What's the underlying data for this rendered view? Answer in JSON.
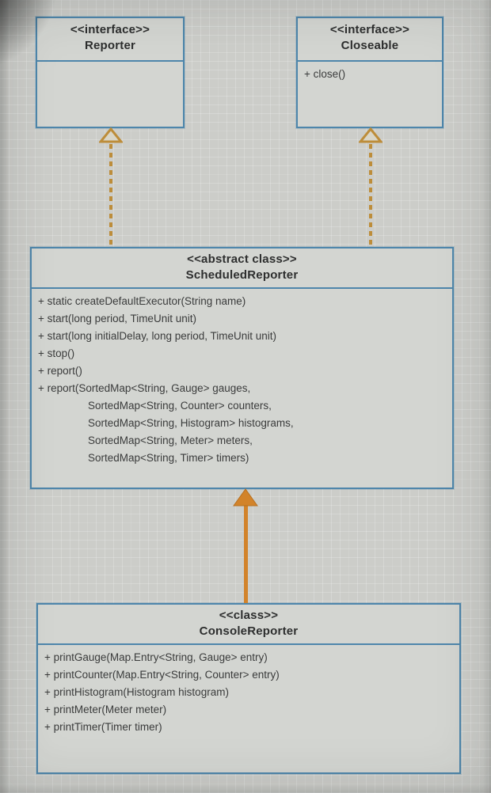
{
  "diagram": {
    "kind": "uml-class-diagram",
    "classes": {
      "reporter": {
        "stereotype": "<<interface>>",
        "name": "Reporter",
        "members": []
      },
      "closeable": {
        "stereotype": "<<interface>>",
        "name": "Closeable",
        "members": [
          "+ close()"
        ]
      },
      "scheduled_reporter": {
        "stereotype": "<<abstract class>>",
        "name": "ScheduledReporter",
        "members": [
          "+ static createDefaultExecutor(String name)",
          "+ start(long period, TimeUnit unit)",
          "+ start(long initialDelay, long period, TimeUnit unit)",
          "+ stop()",
          "+ report()",
          "+ report(SortedMap<String, Gauge> gauges,",
          "SortedMap<String, Counter> counters,",
          "SortedMap<String, Histogram> histograms,",
          "SortedMap<String, Meter> meters,",
          "SortedMap<String, Timer> timers)"
        ]
      },
      "console_reporter": {
        "stereotype": "<<class>>",
        "name": "ConsoleReporter",
        "members": [
          "+ printGauge(Map.Entry<String, Gauge> entry)",
          "+ printCounter(Map.Entry<String, Counter> entry)",
          "+ printHistogram(Histogram histogram)",
          "+ printMeter(Meter meter)",
          "+ printTimer(Timer timer)"
        ]
      }
    },
    "relations": [
      {
        "type": "realization",
        "from": "ScheduledReporter",
        "to": "Reporter",
        "line": "dashed",
        "arrowhead": "open-triangle"
      },
      {
        "type": "realization",
        "from": "ScheduledReporter",
        "to": "Closeable",
        "line": "dashed",
        "arrowhead": "open-triangle"
      },
      {
        "type": "inheritance",
        "from": "ConsoleReporter",
        "to": "ScheduledReporter",
        "line": "solid",
        "arrowhead": "filled-triangle"
      }
    ],
    "colors": {
      "background": "#cccdc9",
      "box_fill": "#d3d5d1",
      "box_border": "#4e86ab",
      "text": "#3a3b3b",
      "arrow_dashed": "#bd8d3a",
      "arrow_solid": "#d2832a"
    }
  }
}
